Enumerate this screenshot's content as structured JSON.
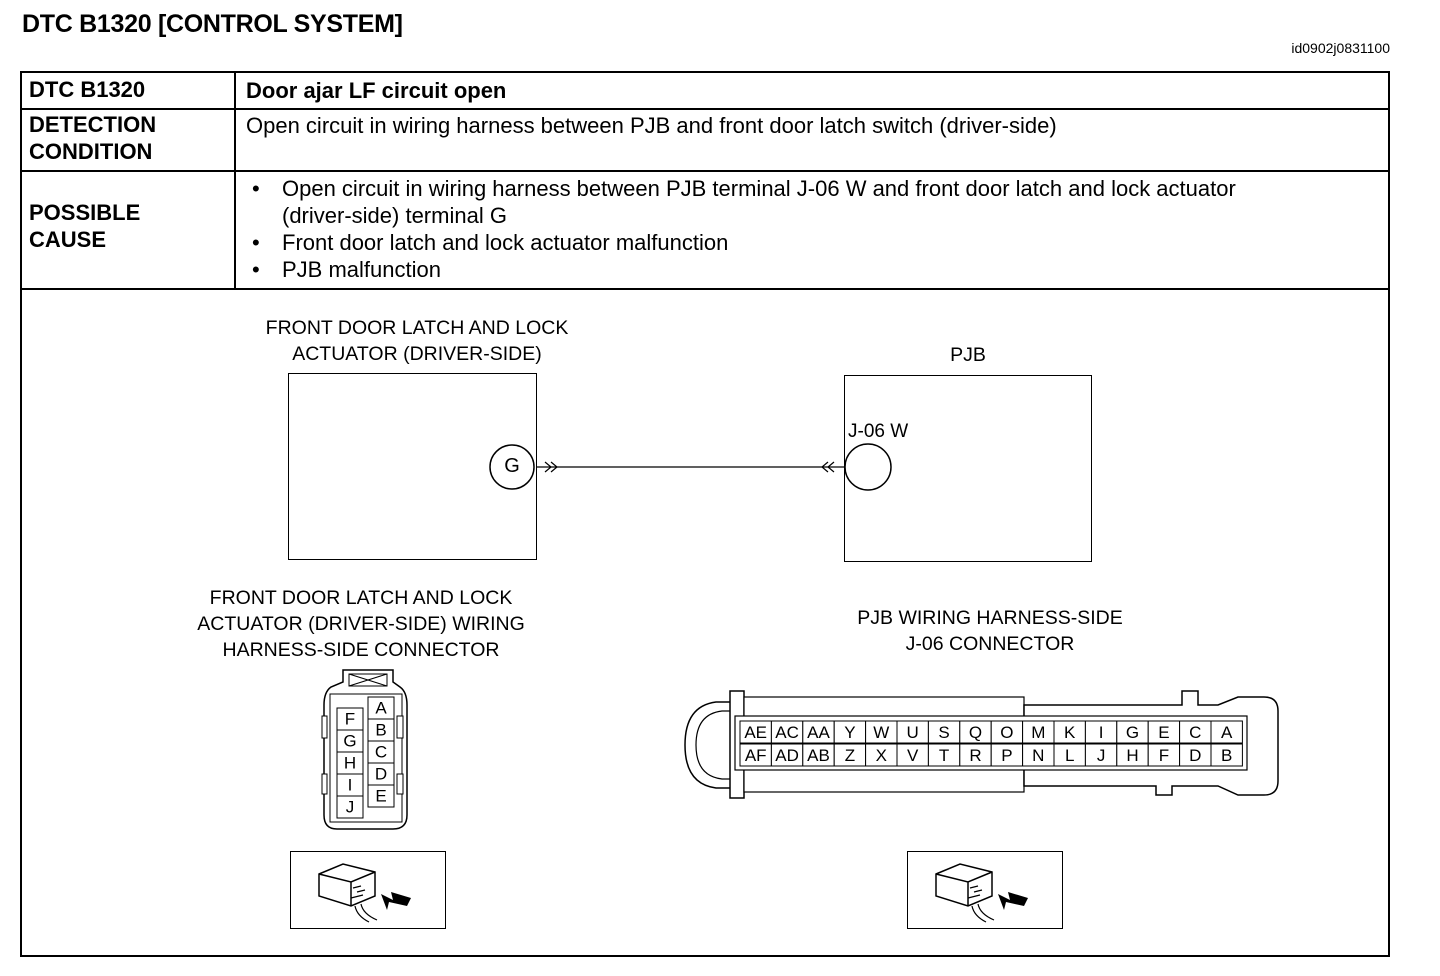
{
  "title": "DTC B1320 [CONTROL SYSTEM]",
  "doc_id": "id0902j0831100",
  "table": {
    "dtc_label": "DTC B1320",
    "dtc_desc": "Door ajar LF circuit open",
    "detection_label_1": "DETECTION",
    "detection_label_2": "CONDITION",
    "detection_text": "Open circuit in wiring harness between PJB and front door latch switch (driver-side)",
    "cause_label_1": "POSSIBLE",
    "cause_label_2": "CAUSE",
    "causes": [
      "Open circuit in wiring harness between PJB terminal J-06 W and front door latch and lock actuator",
      "(driver-side) terminal G",
      "Front door latch and lock actuator malfunction",
      "PJB malfunction"
    ]
  },
  "diagram": {
    "actuator_label_1": "FRONT DOOR LATCH AND LOCK",
    "actuator_label_2": "ACTUATOR (DRIVER-SIDE)",
    "actuator_terminal": "G",
    "pjb_label": "PJB",
    "pjb_terminal": "J-06 W",
    "actuator_conn_label_1": "FRONT DOOR LATCH AND LOCK",
    "actuator_conn_label_2": "ACTUATOR (DRIVER-SIDE) WIRING",
    "actuator_conn_label_3": "HARNESS-SIDE CONNECTOR",
    "pjb_conn_label_1": "PJB WIRING HARNESS-SIDE",
    "pjb_conn_label_2": "J-06 CONNECTOR",
    "actuator_pins_left": [
      "F",
      "G",
      "H",
      "I",
      "J"
    ],
    "actuator_pins_right": [
      "A",
      "B",
      "C",
      "D",
      "E"
    ],
    "pjb_pins_top": [
      "AE",
      "AC",
      "AA",
      "Y",
      "W",
      "U",
      "S",
      "Q",
      "O",
      "M",
      "K",
      "I",
      "G",
      "E",
      "C",
      "A"
    ],
    "pjb_pins_bottom": [
      "AF",
      "AD",
      "AB",
      "Z",
      "X",
      "V",
      "T",
      "R",
      "P",
      "N",
      "L",
      "J",
      "H",
      "F",
      "D",
      "B"
    ]
  }
}
